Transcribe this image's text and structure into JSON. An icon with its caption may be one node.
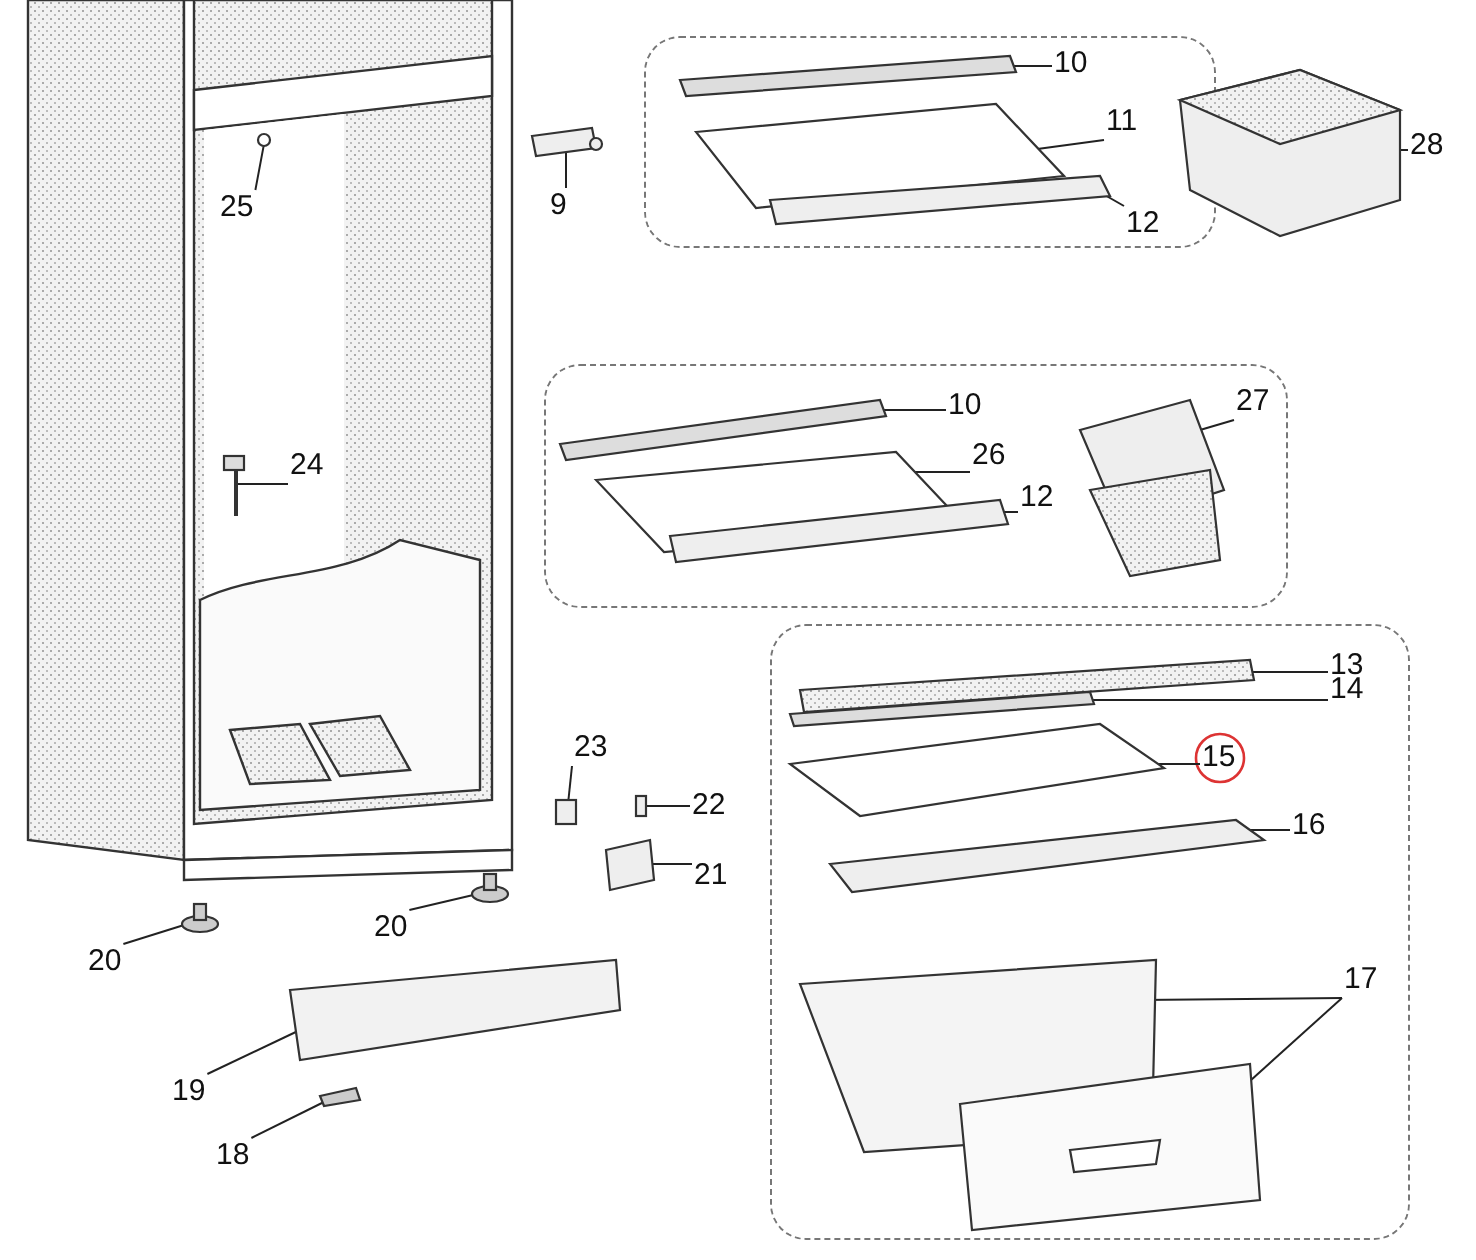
{
  "diagram": {
    "nodes": [
      {
        "text": [],
        "shape": "box"
      },
      {
        "text": [
          "10"
        ],
        "in": 0
      },
      {
        "text": [
          "11"
        ],
        "in": 0
      },
      {
        "text": [
          "12"
        ],
        "in": 0
      },
      {
        "text": [
          "28"
        ]
      },
      {
        "text": [
          "25"
        ]
      },
      {
        "text": [
          "9"
        ]
      },
      {
        "text": [],
        "shape": "box"
      },
      {
        "text": [
          "10"
        ],
        "in": 7
      },
      {
        "text": [
          "26"
        ],
        "in": 7
      },
      {
        "text": [
          "12"
        ],
        "in": 7
      },
      {
        "text": [
          "27"
        ],
        "in": 7
      },
      {
        "text": [
          "24"
        ]
      },
      {
        "text": [],
        "shape": "box"
      },
      {
        "text": [
          "13"
        ],
        "in": 13
      },
      {
        "text": [
          "14"
        ],
        "in": 13
      },
      {
        "text": [
          "15"
        ],
        "in": 13
      },
      {
        "text": [
          "16"
        ],
        "in": 13
      },
      {
        "text": [
          "17"
        ],
        "in": 13
      },
      {
        "text": [
          "23"
        ]
      },
      {
        "text": [
          "22"
        ]
      },
      {
        "text": [
          "21"
        ]
      },
      {
        "text": [
          "20"
        ]
      },
      {
        "text": [
          "20"
        ]
      },
      {
        "text": [
          "19"
        ]
      },
      {
        "text": [
          "18"
        ]
      },
      {
        "text": [],
        "shape": "picture"
      },
      {
        "text": [],
        "shape": "picture"
      },
      {
        "text": [],
        "shape": "bar"
      },
      {
        "text": [],
        "shape": "box"
      },
      {
        "text": [],
        "shape": "circle"
      },
      {
        "text": [],
        "shape": "circle"
      },
      {
        "text": [],
        "shape": "bar"
      },
      {
        "text": [],
        "shape": "picture"
      },
      {
        "text": [],
        "shape": "circle"
      },
      {
        "text": [],
        "shape": "picture"
      },
      {
        "text": [],
        "shape": "picture"
      },
      {
        "text": [],
        "shape": "picture",
        "in": 0
      },
      {
        "text": [],
        "shape": "picture",
        "in": 0
      },
      {
        "text": [],
        "shape": "bar",
        "in": 0
      },
      {
        "text": [],
        "shape": "picture",
        "in": 7
      },
      {
        "text": [],
        "shape": "picture",
        "in": 7
      },
      {
        "text": [],
        "shape": "picture",
        "in": 7
      },
      {
        "text": [],
        "shape": "picture",
        "in": 7
      },
      {
        "text": [],
        "shape": "picture",
        "in": 13
      },
      {
        "text": [],
        "shape": "picture",
        "in": 13
      },
      {
        "text": [],
        "shape": "picture",
        "in": 13
      },
      {
        "text": [],
        "shape": "picture",
        "in": 13
      },
      {
        "text": [],
        "shape": "picture",
        "in": 13
      },
      {
        "text": [],
        "shape": "picture",
        "in": 13
      }
    ],
    "edges": [
      {
        "from": 1,
        "to": 37,
        "arrow": "none"
      },
      {
        "from": 2,
        "to": 38,
        "arrow": "none"
      },
      {
        "from": 3,
        "to": 39,
        "arrow": "none"
      },
      {
        "from": 4,
        "to": 36,
        "arrow": "none"
      },
      {
        "from": 5,
        "to": 34,
        "arrow": "none"
      },
      {
        "from": 6,
        "to": 26,
        "arrow": "none"
      },
      {
        "from": 8,
        "to": 40,
        "arrow": "none"
      },
      {
        "from": 9,
        "to": 41,
        "arrow": "none"
      },
      {
        "from": 10,
        "to": 42,
        "arrow": "none"
      },
      {
        "from": 11,
        "to": 43,
        "arrow": "none"
      },
      {
        "from": 12,
        "to": 35,
        "arrow": "none"
      },
      {
        "from": 14,
        "to": 44,
        "arrow": "none"
      },
      {
        "from": 15,
        "to": 45,
        "arrow": "none"
      },
      {
        "from": 16,
        "to": 46,
        "arrow": "none"
      },
      {
        "from": 17,
        "to": 47,
        "arrow": "none"
      },
      {
        "from": 18,
        "to": 48,
        "arrow": "none"
      },
      {
        "from": 18,
        "to": 49,
        "arrow": "none"
      },
      {
        "from": 19,
        "to": 29,
        "arrow": "none"
      },
      {
        "from": 20,
        "to": 28,
        "arrow": "none"
      },
      {
        "from": 21,
        "to": 27,
        "arrow": "none"
      },
      {
        "from": 22,
        "to": 30,
        "arrow": "none"
      },
      {
        "from": 23,
        "to": 31,
        "arrow": "none"
      },
      {
        "from": 24,
        "to": 32,
        "arrow": "none"
      },
      {
        "from": 25,
        "to": 33,
        "arrow": "none"
      }
    ]
  }
}
